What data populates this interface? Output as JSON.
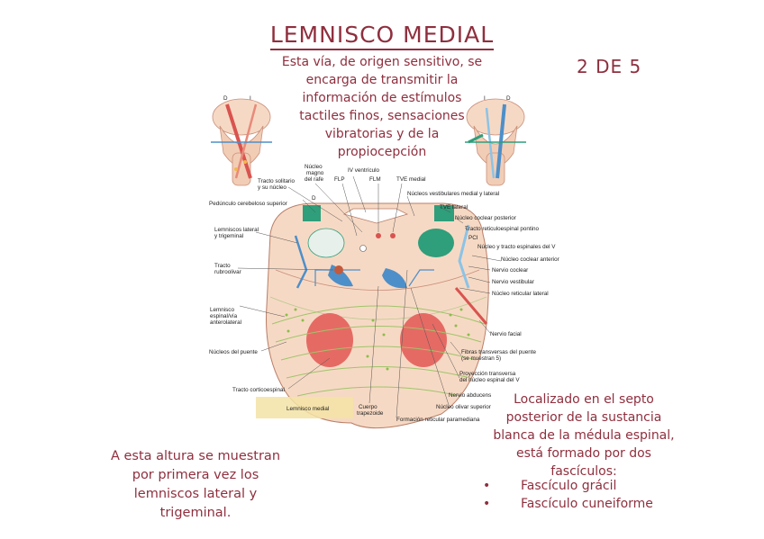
{
  "header": {
    "title": "LEMNISCO MEDIAL",
    "page_indicator": "2 DE 5"
  },
  "intro_text": [
    "Esta vía, de origen sensitivo, se",
    "encarga de transmitir la",
    "información de estímulos",
    "tactiles finos, sensaciones",
    "vibratorias y de la",
    "propiocepción"
  ],
  "notes": {
    "left": [
      "A esta altura se muestran",
      "por primera vez los",
      "lemniscos lateral y",
      "trigeminal."
    ],
    "right": [
      "Localizado en el septo",
      "posterior de la sustancia",
      "blanca de la médula espinal,",
      "está formado por dos",
      "fascículos:"
    ],
    "bullets": [
      "Fascículo grácil",
      "Fascículo cuneiforme"
    ]
  },
  "figure": {
    "thumb_left_labels": {
      "d": "D",
      "i": "I"
    },
    "thumb_right_labels": {
      "i": "I",
      "d": "D"
    },
    "labels": {
      "nucleo_magno": [
        "Núcleo",
        "magno",
        "del rafe"
      ],
      "iv_ventriculo": "IV ventrículo",
      "flp": "FLP",
      "flm": "FLM",
      "tve_medial": "TVE medial",
      "tracto_solitario": [
        "Tracto solitario",
        "y su núcleo"
      ],
      "d_marker": "D",
      "nucleos_vestibulares": "Núcleos vestibulares medial y lateral",
      "pedunculo": "Pedúnculo cerebeloso superior",
      "tve_lateral": "TVE lateral",
      "nucleo_coclear_posterior": "Núcleo coclear posterior",
      "tracto_reticuloespinal": "Tracto reticuloespinal pontino",
      "pci": "PCI",
      "nucleo_tracto_espinales": "Núcleo y tracto espinales del V",
      "lemniscos_lateral": [
        "Lemniscos lateral",
        "y trigeminal"
      ],
      "nucleo_coclear_anterior": "Núcleo coclear anterior",
      "nervio_coclear": "Nervio coclear",
      "tracto_rubroolivar": [
        "Tracto",
        "rubroolivar"
      ],
      "nervio_vestibular": "Nervio vestibular",
      "nucleo_reticular_lateral": "Núcleo reticular lateral",
      "lemnisco_espinal": [
        "Lemnisco",
        "espinal/vía",
        "anterolateral"
      ],
      "nervio_facial": "Nervio facial",
      "nucleos_puente": "Núcleos del puente",
      "fibras_transversas": [
        "Fibras transversas del puente",
        "(se muestran 5)"
      ],
      "proyeccion_transversa": [
        "Proyección transversa",
        "del núcleo espinal del V"
      ],
      "tracto_corticoespinal": "Tracto corticoespinal",
      "nervio_abducens": "Nervio abducens",
      "nucleo_olivar": "Núcleo olivar superior",
      "lemnisco_medial": "Lemnisco medial",
      "cuerpo_trapezoide": [
        "Cuerpo",
        "trapezoide"
      ],
      "formacion_reticular": "Formación reticular paramediana"
    }
  },
  "colors": {
    "accent": "#8f2f3e",
    "tissue": "#f6d9c4",
    "blue": "#4d8fc9",
    "green": "#2f9e7a",
    "red": "#d9534f",
    "highlight": "#f3e3a6"
  }
}
